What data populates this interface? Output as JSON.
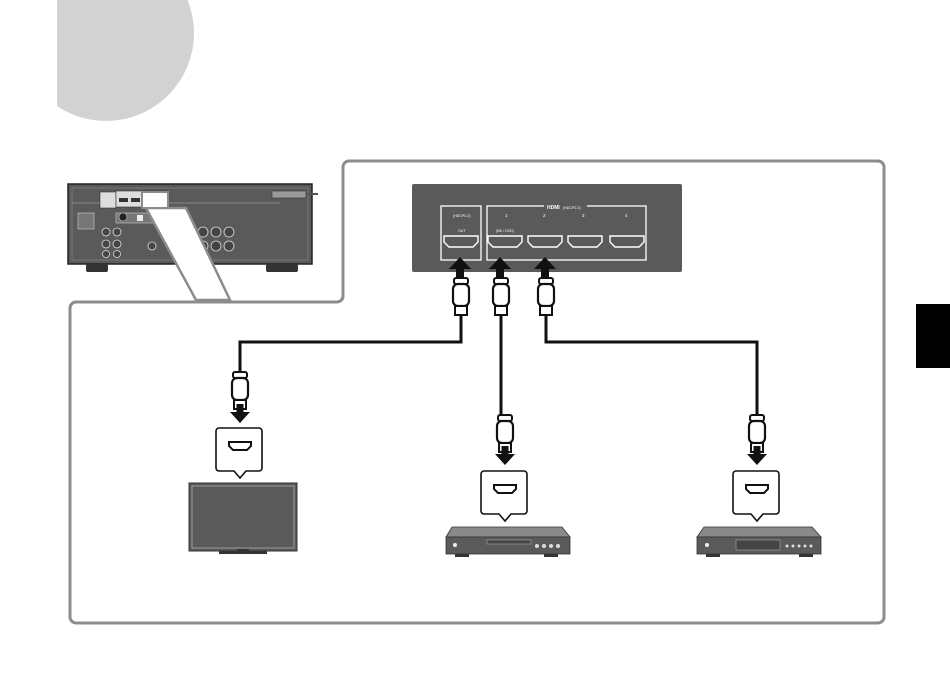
{
  "colors": {
    "corner_circle": "#d2d2d2",
    "outline": "#8c8c8c",
    "panel": "#5a5a5a",
    "cable": "#111111",
    "side_tab": "#000000"
  },
  "panel": {
    "group_label": "HDMI",
    "group_sublabel": "(HDCP2.2)",
    "out_label": "(HDCP2.2)",
    "out_sub": "OUT",
    "in_ports": [
      {
        "number": "1",
        "sub": "(BD / DVD)"
      },
      {
        "number": "2",
        "sub": ""
      },
      {
        "number": "3",
        "sub": ""
      },
      {
        "number": "4",
        "sub": ""
      }
    ]
  },
  "devices": [
    {
      "kind": "tv",
      "icon": "tv-icon"
    },
    {
      "kind": "bd-dvd-player",
      "icon": "bd-player-icon"
    },
    {
      "kind": "media-player",
      "icon": "media-player-icon"
    }
  ],
  "icons": [
    "hdmi-port-icon",
    "hdmi-plug-icon",
    "arrow-down-icon",
    "arrow-up-icon",
    "receiver-icon"
  ]
}
